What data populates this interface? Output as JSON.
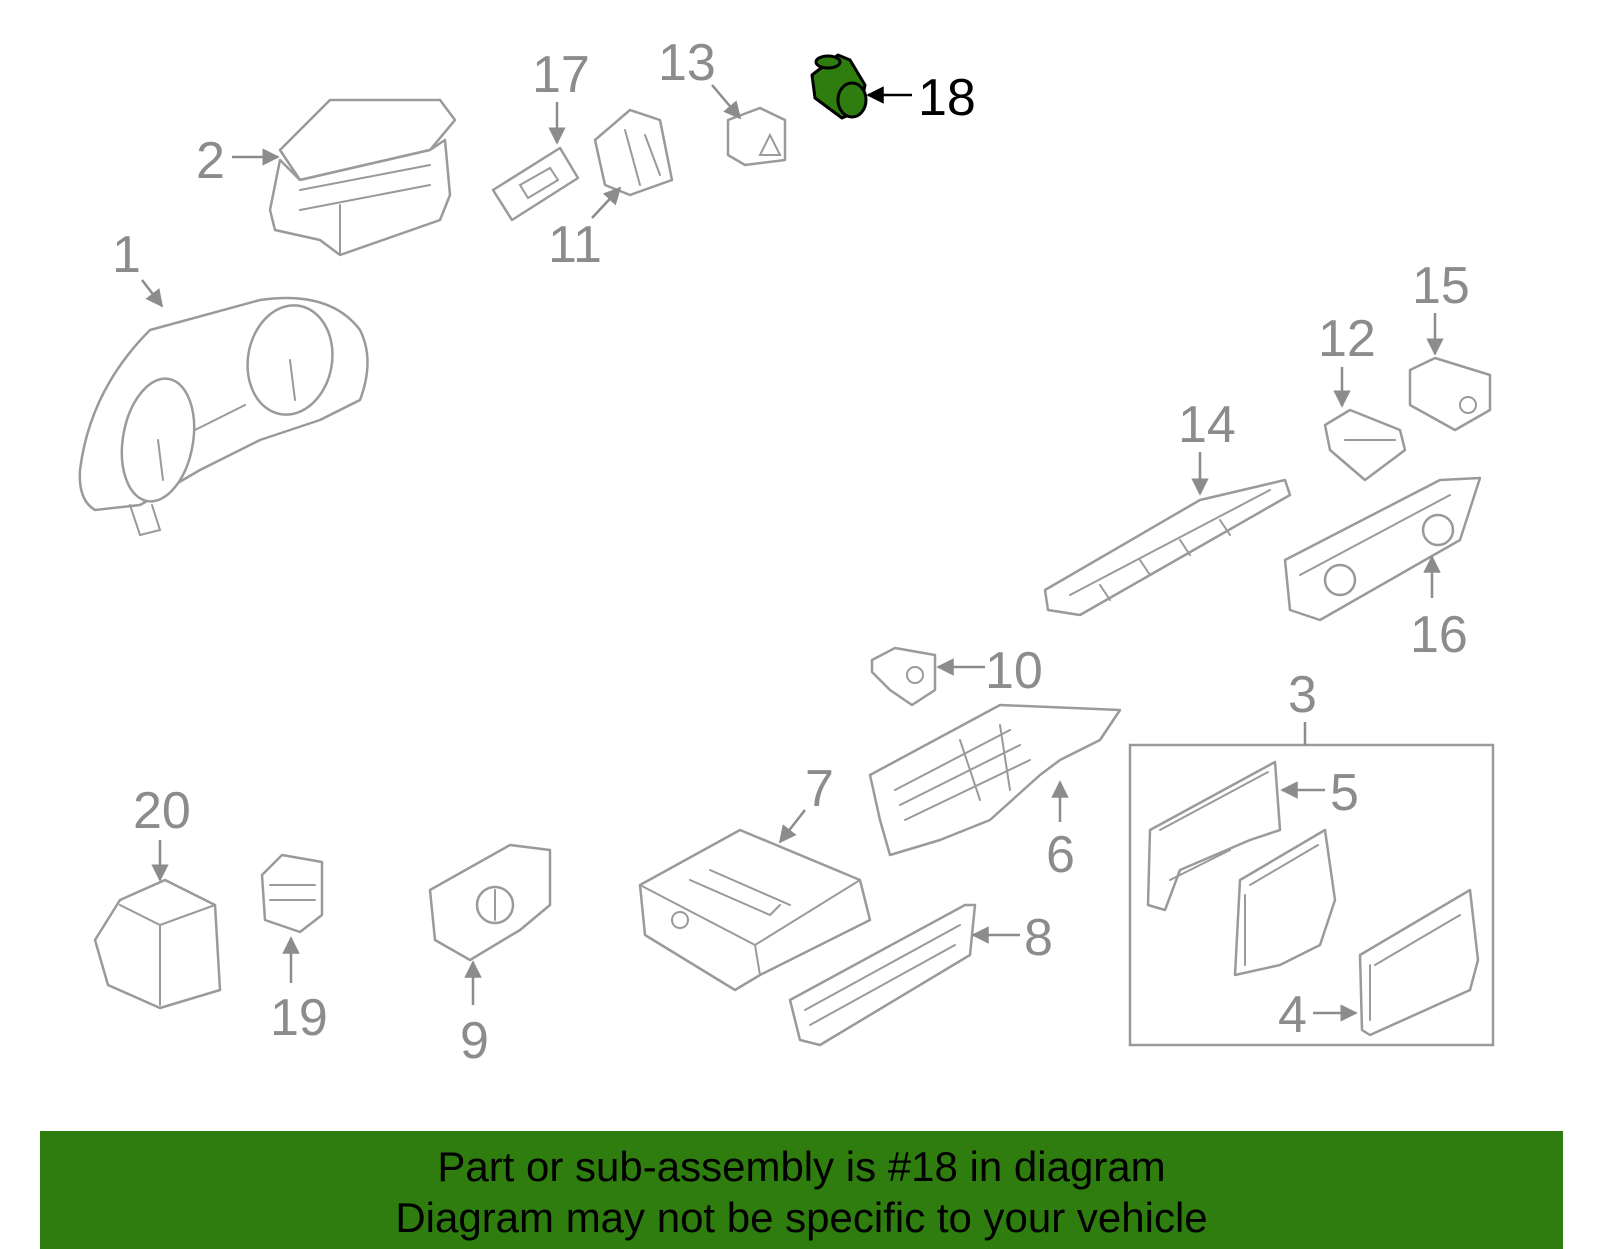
{
  "callouts": {
    "c1": "1",
    "c2": "2",
    "c3": "3",
    "c4": "4",
    "c5": "5",
    "c6": "6",
    "c7": "7",
    "c8": "8",
    "c9": "9",
    "c10": "10",
    "c11": "11",
    "c12": "12",
    "c13": "13",
    "c14": "14",
    "c15": "15",
    "c16": "16",
    "c17": "17",
    "c18": "18",
    "c19": "19",
    "c20": "20"
  },
  "highlighted_part": "18",
  "colors": {
    "highlight_fill": "#2e7d0e",
    "banner": "#2e7d0e",
    "line_art": "#9a9a9a"
  },
  "banner": {
    "line1": "Part or sub-assembly is #18 in diagram",
    "line2": "Diagram may not be specific to your vehicle"
  }
}
